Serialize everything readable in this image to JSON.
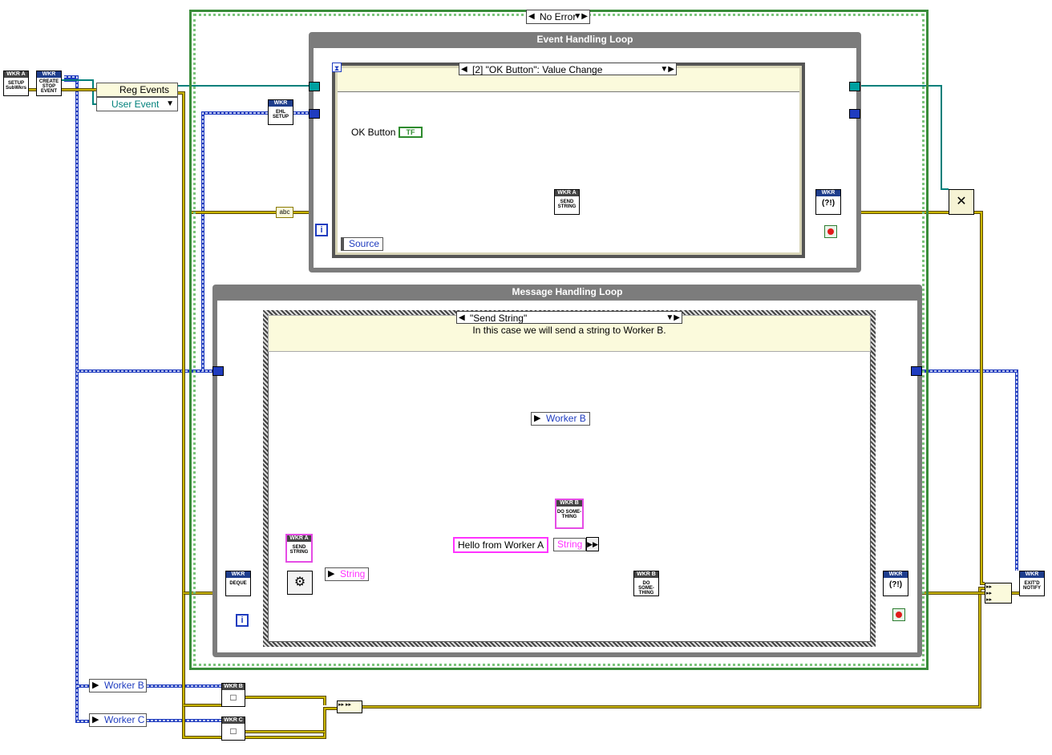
{
  "error_case_selector": "No Error",
  "event_loop": {
    "title": "Event Handling Loop",
    "event_case": "[2] \"OK Button\": Value Change",
    "ok_button_label": "OK Button",
    "ok_button_terminal": "TF",
    "source_label": "Source",
    "iteration_label": "i"
  },
  "message_loop": {
    "title": "Message Handling Loop",
    "case_selector": "\"Send String\"",
    "comment": "In this case we will send a string to Worker B.",
    "worker_b_label": "Worker B",
    "string_constant": "Hello from Worker A",
    "string_label": "String",
    "unbundle_string_label": "String",
    "iteration_label": "i"
  },
  "left_panel": {
    "reg_events_label": "Reg Events",
    "user_event_label": "User Event",
    "worker_b_label": "Worker B",
    "worker_c_label": "Worker C"
  },
  "subvis": {
    "setup_subwkrs": {
      "hdr": "WKR A",
      "text": "SETUP SubWkrs"
    },
    "create_stop_event": {
      "hdr": "WKR",
      "text": "CREATE STOP EVENT"
    },
    "ehl_setup": {
      "hdr": "WKR",
      "text": "EHL SETUP"
    },
    "send_string_eh": {
      "hdr": "WKR A",
      "text": "SEND STRING"
    },
    "exit_check_eh": {
      "hdr": "WKR",
      "text": "(?!)"
    },
    "dequeue": {
      "hdr": "WKR",
      "text": "DEQUE"
    },
    "send_string_mh": {
      "hdr": "WKR A",
      "text": "SEND STRING"
    },
    "do_something_b": {
      "hdr": "WKR B",
      "text": "DO SOME-THING"
    },
    "do_something_b2": {
      "hdr": "WKR B",
      "text": "DO SOME-THING"
    },
    "exit_check_mh": {
      "hdr": "WKR",
      "text": "(?!)"
    },
    "exitd_notify": {
      "hdr": "WKR",
      "text": "EXIT'D NOTIFY"
    },
    "wkr_b": {
      "hdr": "WKR B",
      "text": ""
    },
    "wkr_c": {
      "hdr": "WKR C",
      "text": ""
    }
  },
  "colors": {
    "cluster_wire": "#1f3cbf",
    "error_wire": "#c8b400",
    "event_wire": "#00807b",
    "string_wire": "#ff33ff",
    "loop_frame": "#7c7c7c",
    "case_band": "#fbfadc"
  }
}
